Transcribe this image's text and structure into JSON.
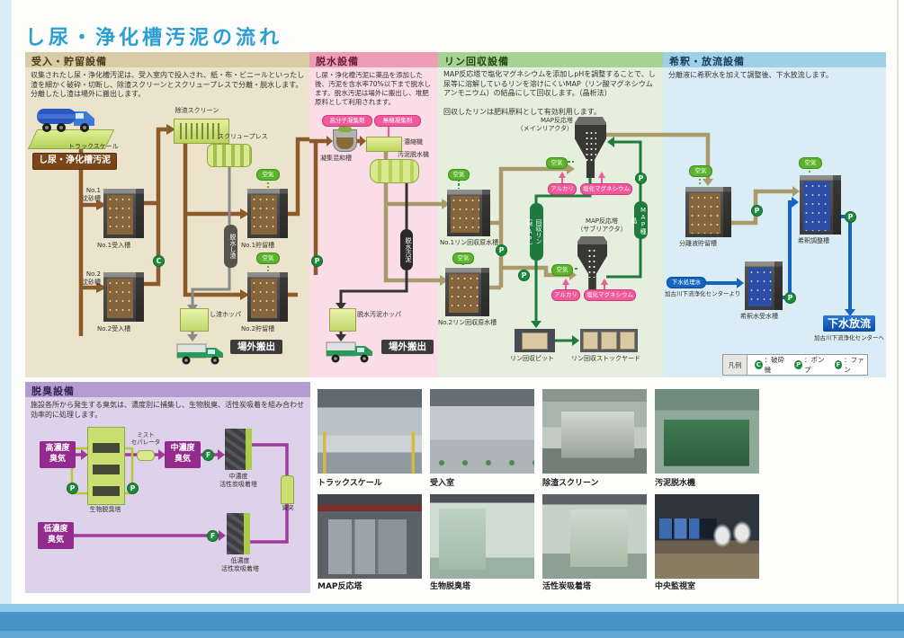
{
  "page": {
    "title": "し尿・浄化槽汚泥の流れ"
  },
  "symbols": {
    "crusher": "C",
    "pump": "P",
    "fan": "F"
  },
  "sections": {
    "ukeire": {
      "title": "受入・貯留設備",
      "desc": "収集されたし尿・浄化槽汚泥は、受入室内で投入され、紙・布・ビニールといったし渣を細かく破砕・切断し、除渣スクリーンとスクリュープレスで分離・脱水します。分離したし渣は場外に搬出します。",
      "labels": {
        "truck_scale": "トラックスケール",
        "source": "し尿・浄化槽汚泥",
        "screen": "除渣スクリーン",
        "screw_press": "スクリュープレス",
        "no1_grit_l1": "No.1",
        "no1_grit_l2": "沈砂槽",
        "no1_tank": "No.1受入槽",
        "no1_storage": "No.1貯留槽",
        "no2_grit_l1": "No.2",
        "no2_grit_l2": "沈砂槽",
        "no2_tank": "No.2受入槽",
        "no2_storage": "No.2貯留槽",
        "air": "空気",
        "dewatered_screenings": "脱水し渣",
        "screenings_hopper": "し渣ホッパ",
        "carry_out": "場外搬出"
      }
    },
    "dassui": {
      "title": "脱水設備",
      "desc": "し尿・浄化槽汚泥に薬品を添加した後、汚泥を含水率70%以下まで脱水します。脱水汚泥は場外に搬出し、堆肥原料として利用されます。",
      "labels": {
        "polymer": "高分子凝集剤",
        "inorganic": "無機凝集剤",
        "mixing_tank": "凝集混和槽",
        "thickener": "濃縮機",
        "dewaterer": "汚泥脱水機",
        "dewatered_sludge": "脱水汚泥",
        "sludge_hopper": "脱水汚泥ホッパ",
        "carry_out": "場外搬出"
      }
    },
    "rin": {
      "title": "リン回収設備",
      "desc1": "MAP反応塔で塩化マグネシウムを添加しpHを調整することで、し尿等に溶解しているリンを溶けにくいMAP（リン酸マグネシウムアンモニウム）の結晶にして回収します。（晶析法）",
      "desc2": "回収したリンは肥料原料として有効利用します。",
      "labels": {
        "main_reactor_l1": "MAP反応塔",
        "main_reactor_l2": "（メインリアクタ）",
        "sub_reactor_l1": "MAP反応塔",
        "sub_reactor_l2": "（サブリアクタ）",
        "no1_raw": "No.1リン回収原水槽",
        "no2_raw": "No.2リン回収原水槽",
        "air": "空気",
        "alkali": "アルカリ",
        "mgcl": "塩化マグネシウム",
        "recovered": "回収リン（MAP）",
        "seed": "MAP種晶",
        "pit": "リン回収ピット",
        "stockyard": "リン回収ストックヤード"
      }
    },
    "kishaku": {
      "title": "希釈・放流設備",
      "desc": "分離液に希釈水を加えて調整後、下水放流します。",
      "labels": {
        "air": "空気",
        "separated_tank": "分離液貯留槽",
        "adjust_tank": "希釈調整槽",
        "receive_tank": "希釈水受水槽",
        "treated_water": "下水処理水",
        "treated_from": "加古川下流浄化センターより",
        "discharge": "下水放流",
        "discharge_to": "加古川下流浄化センターへ"
      },
      "legend": {
        "title": "凡例",
        "items": [
          {
            "symbol": "C",
            "label": "：破砕機"
          },
          {
            "symbol": "P",
            "label": "：ポンプ"
          },
          {
            "symbol": "F",
            "label": "：ファン"
          }
        ]
      }
    },
    "dasshu": {
      "title": "脱臭設備",
      "desc": "施設各所から発生する臭気は、濃度別に捕集し、生物脱臭、活性炭吸着を組み合わせ効率的に処理します。",
      "labels": {
        "high_l1": "高濃度",
        "high_l2": "臭気",
        "mid_l1": "中濃度",
        "mid_l2": "臭気",
        "low_l1": "低濃度",
        "low_l2": "臭気",
        "mist_l1": "ミスト",
        "mist_l2": "セパレータ",
        "bio_tower": "生物脱臭塔",
        "mid_tower_l1": "中濃度",
        "mid_tower_l2": "活性炭吸着塔",
        "low_tower_l1": "低濃度",
        "low_tower_l2": "活性炭吸着塔",
        "stack": "臭突"
      }
    }
  },
  "photos": [
    {
      "caption": "トラックスケール"
    },
    {
      "caption": "受入室"
    },
    {
      "caption": "除渣スクリーン"
    },
    {
      "caption": "汚泥脱水機"
    },
    {
      "caption": "MAP反応塔"
    },
    {
      "caption": "生物脱臭塔"
    },
    {
      "caption": "活性炭吸着塔"
    },
    {
      "caption": "中央監視室"
    }
  ],
  "colors": {
    "title": "#2b9ed6",
    "receiving_bg": "#ece3cd",
    "receiving_header": "#d8cba6",
    "dewatering_bg": "#fadde6",
    "dewatering_header": "#ef9db5",
    "phosphorus_bg": "#e6efdd",
    "phosphorus_header": "#a6d293",
    "dilution_bg": "#daecf6",
    "dilution_header": "#9fd0e8",
    "deodor_bg": "#ded2ea",
    "deodor_header": "#b49cd2",
    "flow_brown": "#8a5a28",
    "flow_tan": "#a89a6a",
    "flow_green": "#1e7a3e",
    "flow_blue": "#1565c0",
    "flow_purple": "#a03a9a",
    "flow_pink": "#f05a9c",
    "air_green": "#5cb42c",
    "symbol_green": "#1d8a3c"
  }
}
